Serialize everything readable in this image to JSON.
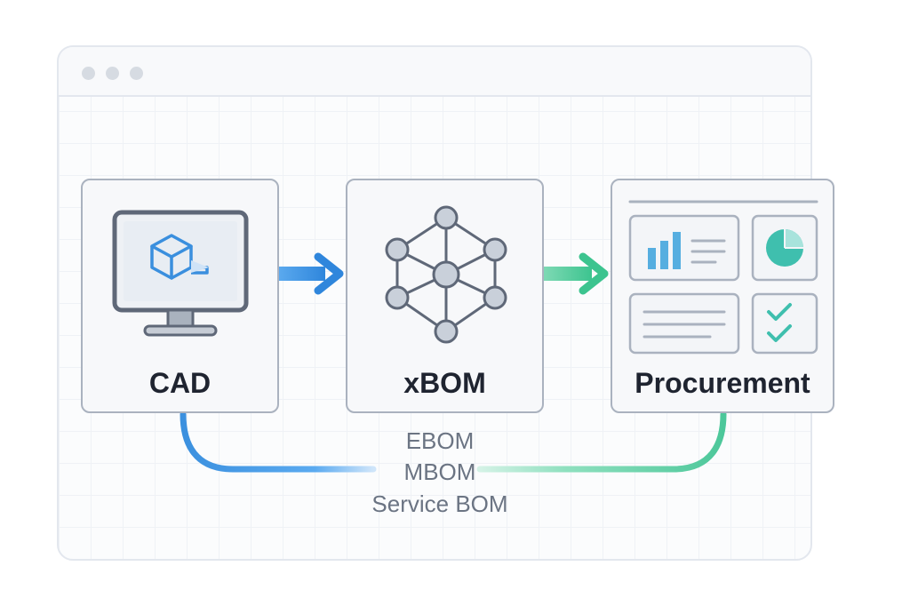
{
  "diagram": {
    "nodes": [
      {
        "id": "cad",
        "label": "CAD",
        "icon": "monitor-cube-icon"
      },
      {
        "id": "xbom",
        "label": "xBOM",
        "icon": "network-graph-icon"
      },
      {
        "id": "procurement",
        "label": "Procurement",
        "icon": "dashboard-report-icon"
      }
    ],
    "edges": [
      {
        "from": "cad",
        "to": "xbom",
        "color": "#3a8fde"
      },
      {
        "from": "xbom",
        "to": "procurement",
        "color": "#4cc79a"
      }
    ],
    "bom_types": [
      "EBOM",
      "MBOM",
      "Service BOM"
    ]
  },
  "colors": {
    "cad_blue": "#3a8fde",
    "procurement_green": "#4cc79a",
    "node_border": "#aab2bf",
    "chart_blue": "#56aee0",
    "check_teal": "#3fbfae"
  }
}
